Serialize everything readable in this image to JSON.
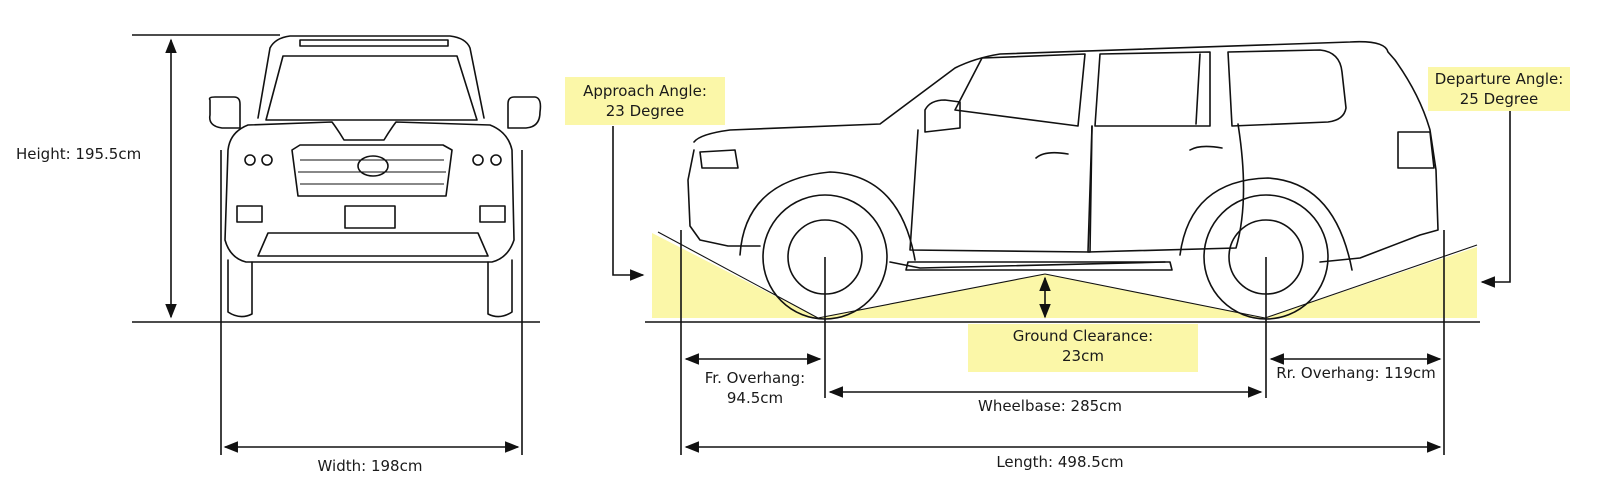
{
  "diagram": {
    "subject": "SUV exterior dimensions (front view and side view)",
    "highlight_color": "#fbf7a8",
    "line_color": "#111111"
  },
  "front_view": {
    "height_label": "Height: 195.5cm",
    "width_label": "Width: 198cm"
  },
  "side_view": {
    "approach_angle": {
      "title": "Approach Angle:",
      "value": "23 Degree"
    },
    "departure_angle": {
      "title": "Departure Angle:",
      "value": "25 Degree"
    },
    "ground_clearance": {
      "title": "Ground Clearance:",
      "value": "23cm"
    },
    "front_overhang": {
      "title": "Fr. Overhang:",
      "value": "94.5cm"
    },
    "rear_overhang_label": "Rr. Overhang: 119cm",
    "wheelbase_label": "Wheelbase: 285cm",
    "length_label": "Length: 498.5cm"
  }
}
